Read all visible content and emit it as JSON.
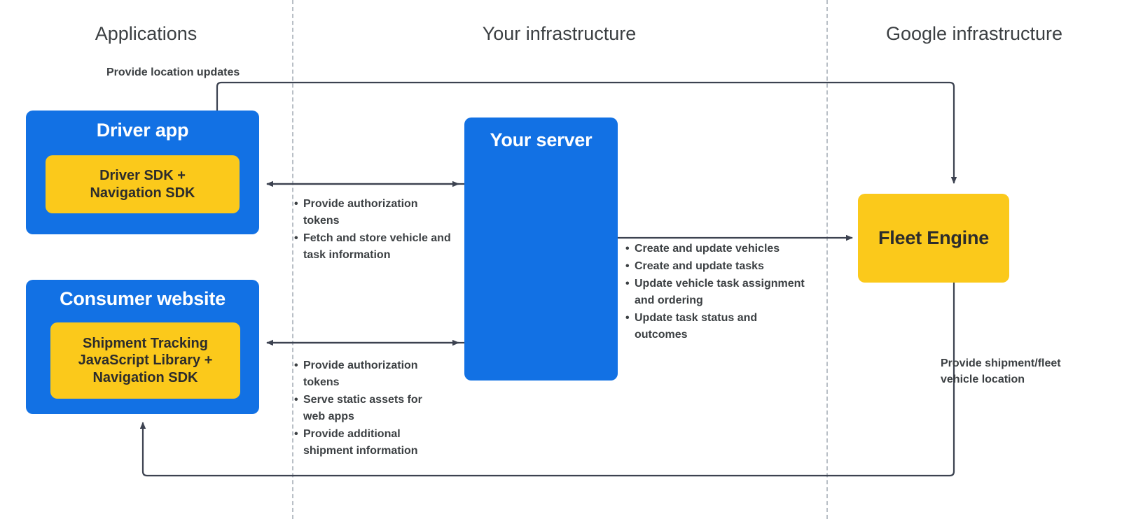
{
  "colors": {
    "blue": "#1271E4",
    "yellow": "#FBC91B",
    "text_dark": "#3c4043",
    "divider": "#b9bfc6",
    "connector": "#3c4250"
  },
  "columns": [
    {
      "id": "applications",
      "label": "Applications"
    },
    {
      "id": "your-infrastructure",
      "label": "Your infrastructure"
    },
    {
      "id": "google-infrastructure",
      "label": "Google infrastructure"
    }
  ],
  "nodes": {
    "driver_app": {
      "title": "Driver app",
      "inner_label": "Driver SDK +\nNavigation SDK"
    },
    "consumer_website": {
      "title": "Consumer website",
      "inner_label": "Shipment Tracking\nJavaScript Library  +\nNavigation SDK"
    },
    "your_server": {
      "title": "Your server"
    },
    "fleet_engine": {
      "title": "Fleet Engine"
    }
  },
  "edges": {
    "driver_to_fleet_engine": {
      "label": "Provide location updates"
    },
    "server_to_driver_app": {
      "bullets": [
        "Provide authorization tokens",
        "Fetch and store vehicle and task information"
      ]
    },
    "server_to_consumer_website": {
      "bullets": [
        "Provide authorization tokens",
        "Serve static assets for web apps",
        "Provide additional shipment information"
      ]
    },
    "server_to_fleet_engine": {
      "bullets": [
        "Create and update vehicles",
        "Create and update tasks",
        "Update vehicle task assignment and ordering",
        "Update task status and outcomes"
      ]
    },
    "fleet_engine_to_consumer_website": {
      "label": "Provide shipment/fleet vehicle location"
    }
  }
}
